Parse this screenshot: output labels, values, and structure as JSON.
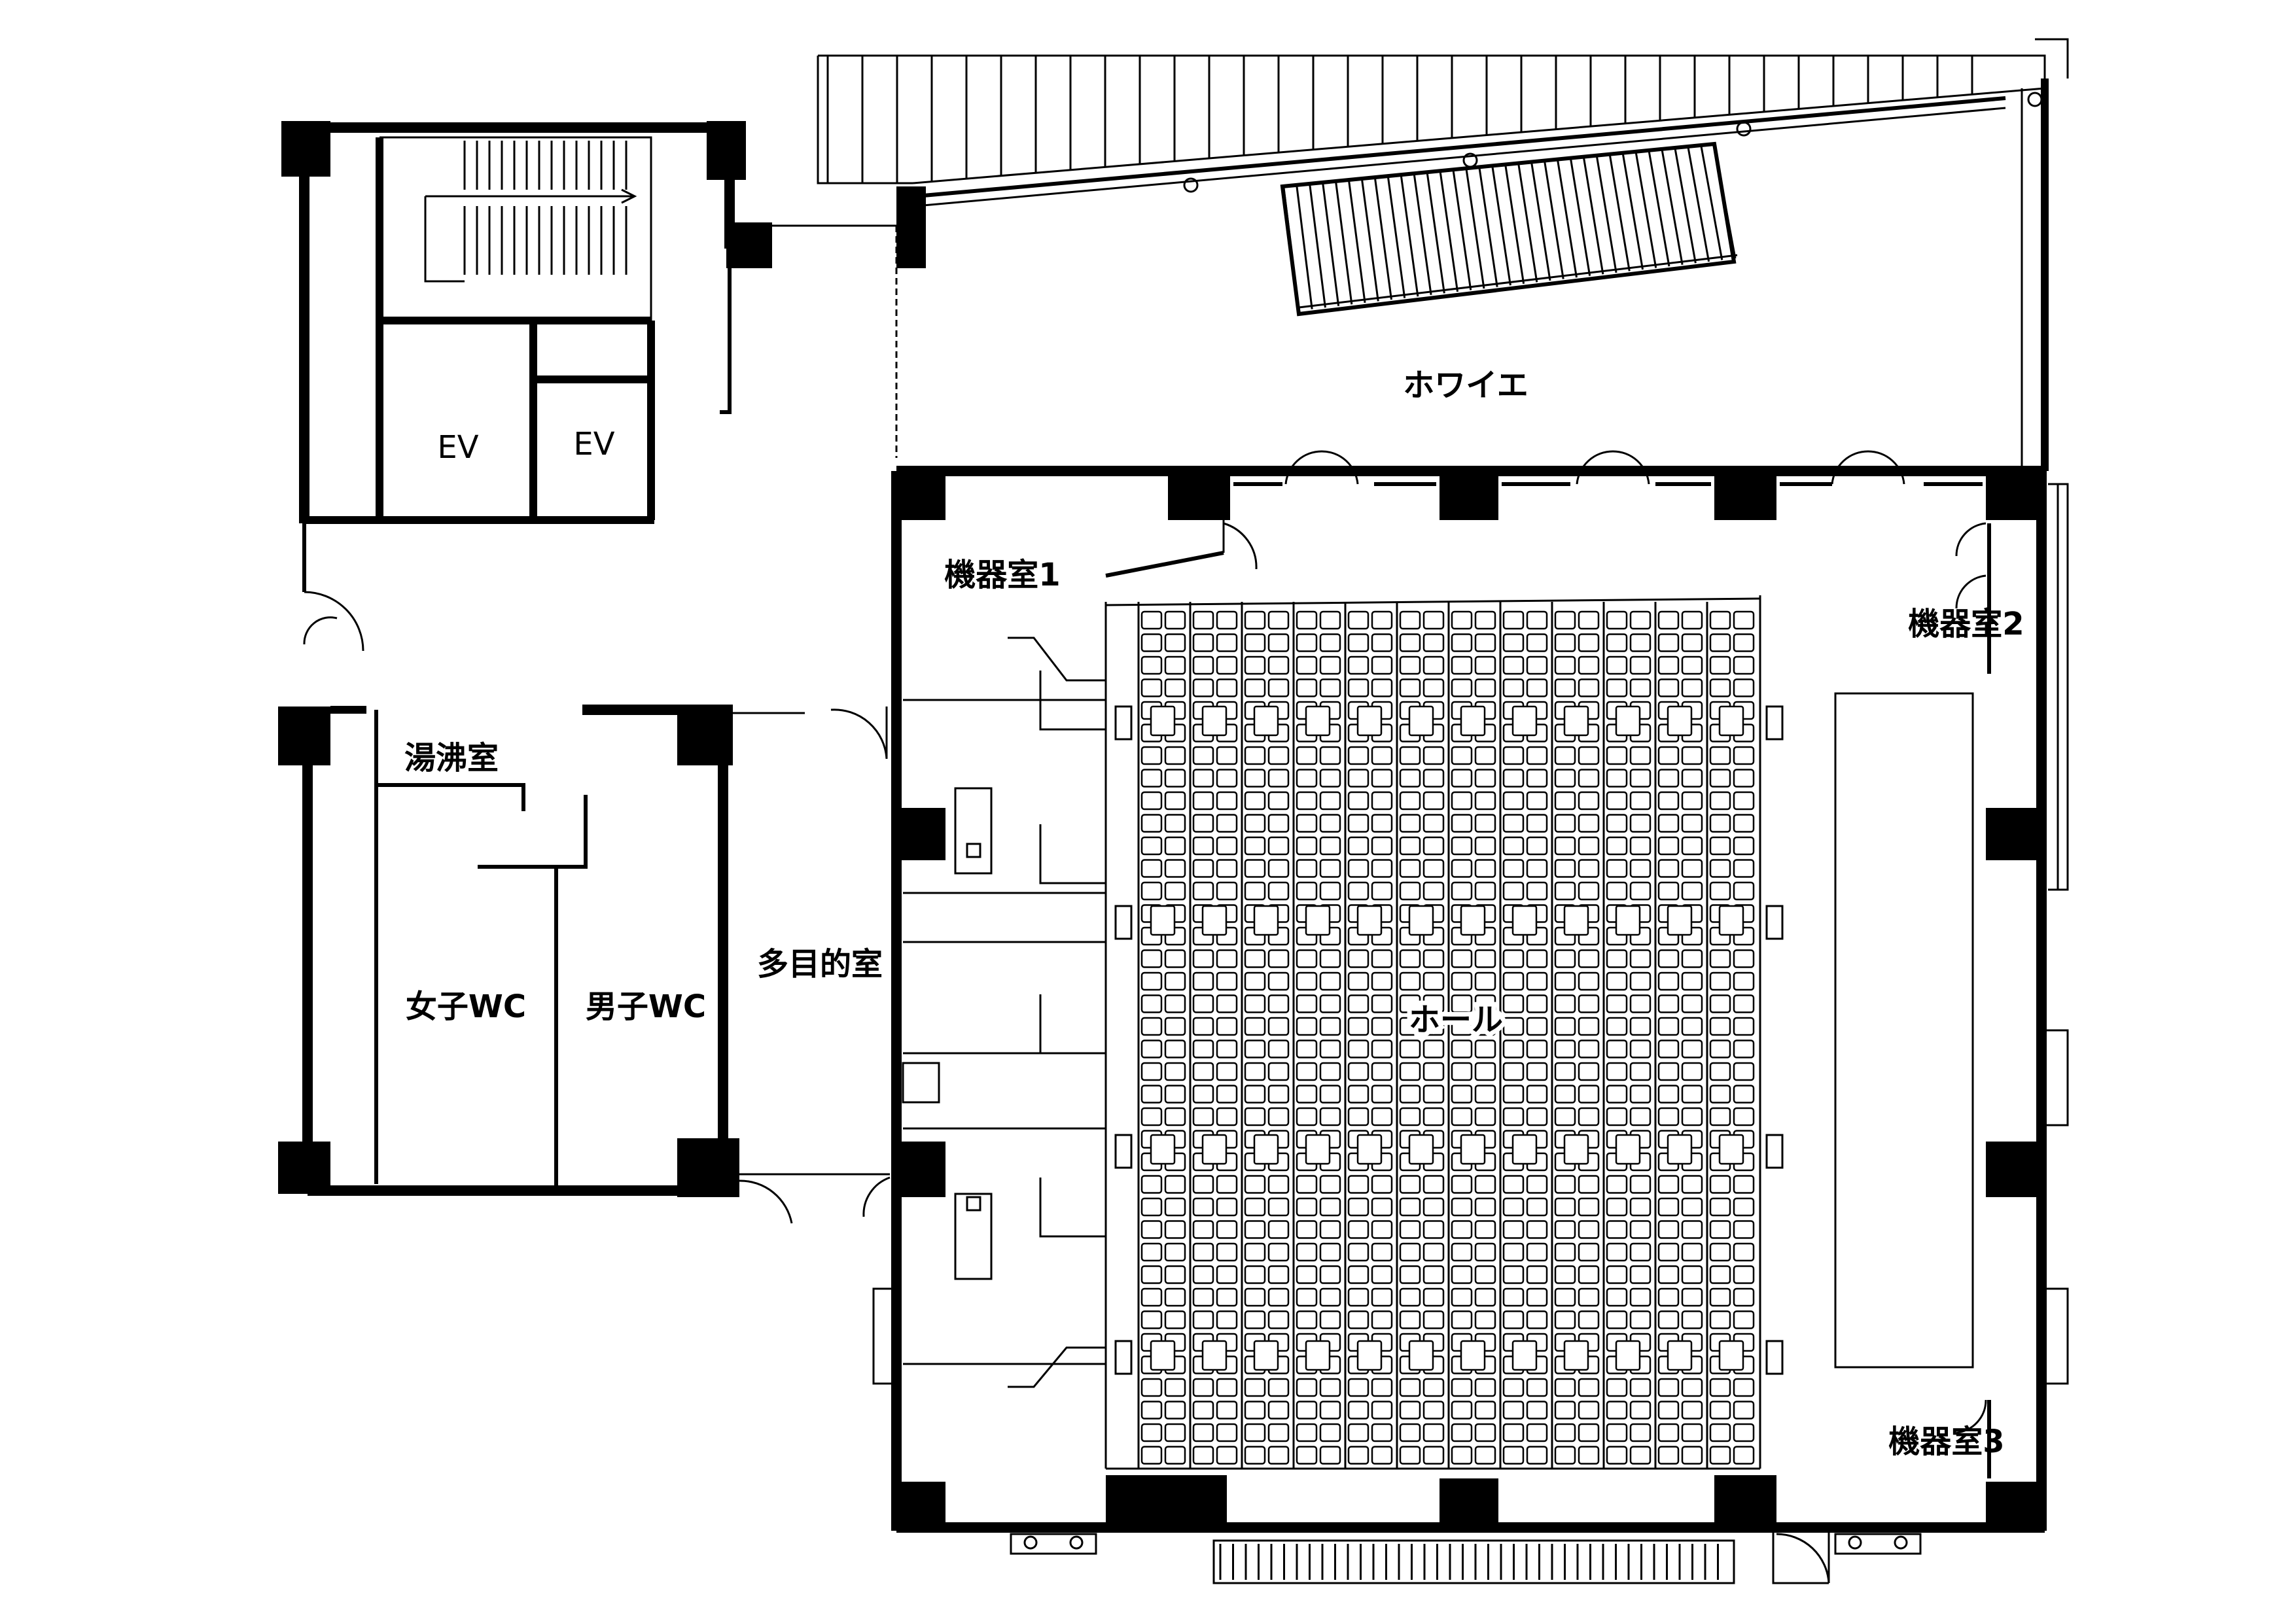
{
  "rooms": {
    "foyer": "ホワイエ",
    "equipment_room_1": "機器室1",
    "equipment_room_2": "機器室2",
    "equipment_room_3": "機器室3",
    "elevator_1": "EV",
    "elevator_2": "EV",
    "kitchenette": "湯沸室",
    "womens_wc": "女子WC",
    "mens_wc": "男子WC",
    "multipurpose_room": "多目的室",
    "hall": "ホール"
  },
  "seating": {
    "column_count": 12,
    "row_count": 38
  }
}
